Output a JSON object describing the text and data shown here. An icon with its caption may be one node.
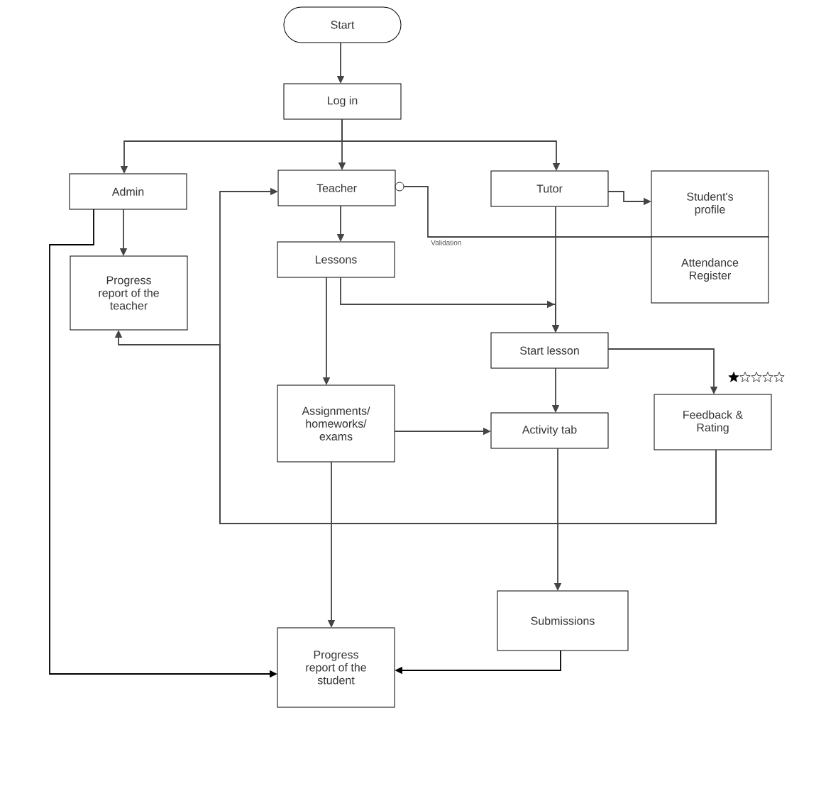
{
  "diagram": {
    "nodes": [
      {
        "text": [
          "Start"
        ]
      },
      {
        "text": [
          "Log in"
        ]
      },
      {
        "text": [
          "Admin"
        ]
      },
      {
        "text": [
          "Teacher"
        ]
      },
      {
        "text": [],
        "shape": "circle"
      },
      {
        "text": [
          "Tutor"
        ]
      },
      {
        "text": [
          "Student's profile"
        ]
      },
      {
        "text": [
          "Attendance Register"
        ]
      },
      {
        "text": [
          "Progress report of the teacher"
        ]
      },
      {
        "text": [
          "Lessons"
        ]
      },
      {
        "text": [
          "Start lesson"
        ]
      },
      {
        "text": [
          "Assignments/ homeworks/ exams"
        ]
      },
      {
        "text": [
          "Activity tab"
        ]
      },
      {
        "text": [
          "Feedback & Rating"
        ]
      },
      {
        "text": [
          "Submissions"
        ]
      },
      {
        "text": [
          "Progress report of the student"
        ]
      }
    ],
    "edges": [
      {
        "from": 0,
        "to": 1,
        "arrow": "to"
      },
      {
        "from": 1,
        "to": 2,
        "arrow": "to"
      },
      {
        "from": 1,
        "to": 3,
        "arrow": "to"
      },
      {
        "from": 1,
        "to": 5,
        "arrow": "to"
      },
      {
        "from": 3,
        "to": 9,
        "arrow": "to"
      },
      {
        "from": 4,
        "to": 7,
        "arrow": "none",
        "label": "Validation"
      },
      {
        "from": 5,
        "to": 6,
        "arrow": "to"
      },
      {
        "from": 5,
        "to": 10,
        "arrow": "to"
      },
      {
        "from": 9,
        "to": 10,
        "arrow": "to"
      },
      {
        "from": 9,
        "to": 11,
        "arrow": "to"
      },
      {
        "from": 10,
        "to": 12,
        "arrow": "to"
      },
      {
        "from": 10,
        "to": 13,
        "arrow": "to"
      },
      {
        "from": 11,
        "to": 12,
        "arrow": "to"
      },
      {
        "from": 12,
        "to": 14,
        "arrow": "to"
      },
      {
        "from": 11,
        "to": 15,
        "arrow": "to"
      },
      {
        "from": 14,
        "to": 15,
        "arrow": "to",
        "color": "#000000"
      },
      {
        "from": 2,
        "to": 8,
        "arrow": "to"
      },
      {
        "from": 2,
        "to": 15,
        "arrow": "to",
        "color": "#000000"
      },
      {
        "from": 13,
        "to": 3,
        "arrow": "to"
      },
      {
        "from": 13,
        "to": 8,
        "arrow": "to"
      }
    ]
  }
}
